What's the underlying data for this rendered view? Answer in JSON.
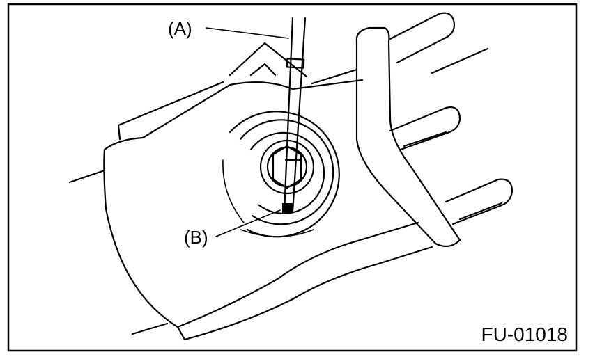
{
  "figure": {
    "callouts": [
      {
        "id": "A",
        "text": "(A)"
      },
      {
        "id": "B",
        "text": "(B)"
      }
    ],
    "figure_code": "FU-01018",
    "colors": {
      "line": "#000000",
      "background": "#ffffff"
    }
  }
}
